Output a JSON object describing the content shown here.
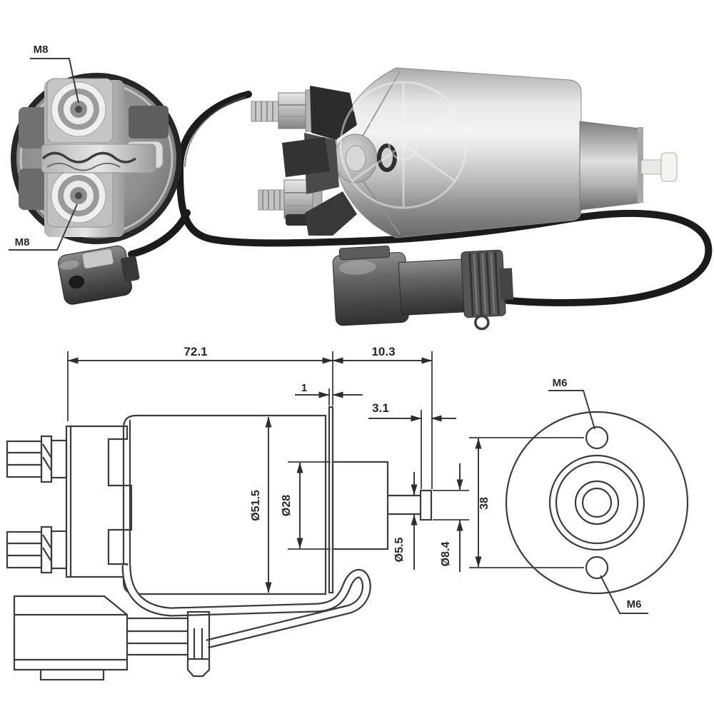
{
  "colors": {
    "line": "#3c3c3c",
    "text": "#262626",
    "wire": "#1b1b1b",
    "background": "#ffffff"
  },
  "photo": {
    "m8_top": "M8",
    "m8_bottom": "M8"
  },
  "drawing": {
    "dim_length_body": "72.1",
    "dim_length_front": "10.3",
    "dim_flange": "1",
    "dim_tip": "3.1",
    "dia_body": "Ø51.5",
    "dia_front": "Ø28",
    "dia_shaft": "Ø5.5",
    "dia_tip": "Ø8.4",
    "dim_hole_spacing": "38",
    "m6_top": "M6",
    "m6_bottom": "M6"
  }
}
